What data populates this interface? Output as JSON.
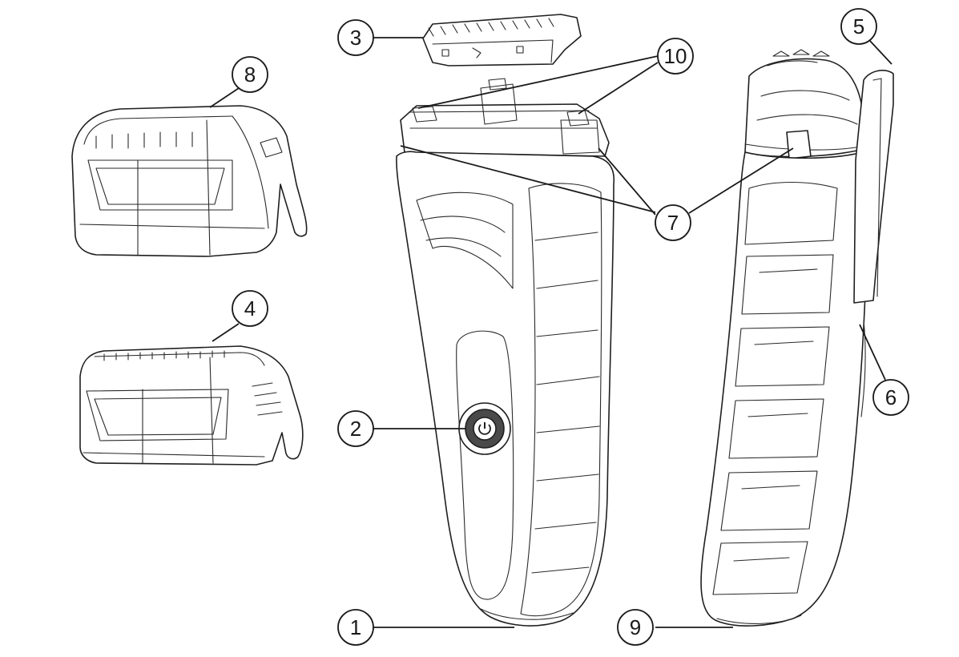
{
  "callouts": [
    {
      "id": "1",
      "label": "1"
    },
    {
      "id": "2",
      "label": "2"
    },
    {
      "id": "3",
      "label": "3"
    },
    {
      "id": "4",
      "label": "4"
    },
    {
      "id": "5",
      "label": "5"
    },
    {
      "id": "6",
      "label": "6"
    },
    {
      "id": "7",
      "label": "7"
    },
    {
      "id": "8",
      "label": "8"
    },
    {
      "id": "9",
      "label": "9"
    },
    {
      "id": "10",
      "label": "10"
    }
  ],
  "colors": {
    "line": "#1f1f1f",
    "background": "#ffffff"
  }
}
